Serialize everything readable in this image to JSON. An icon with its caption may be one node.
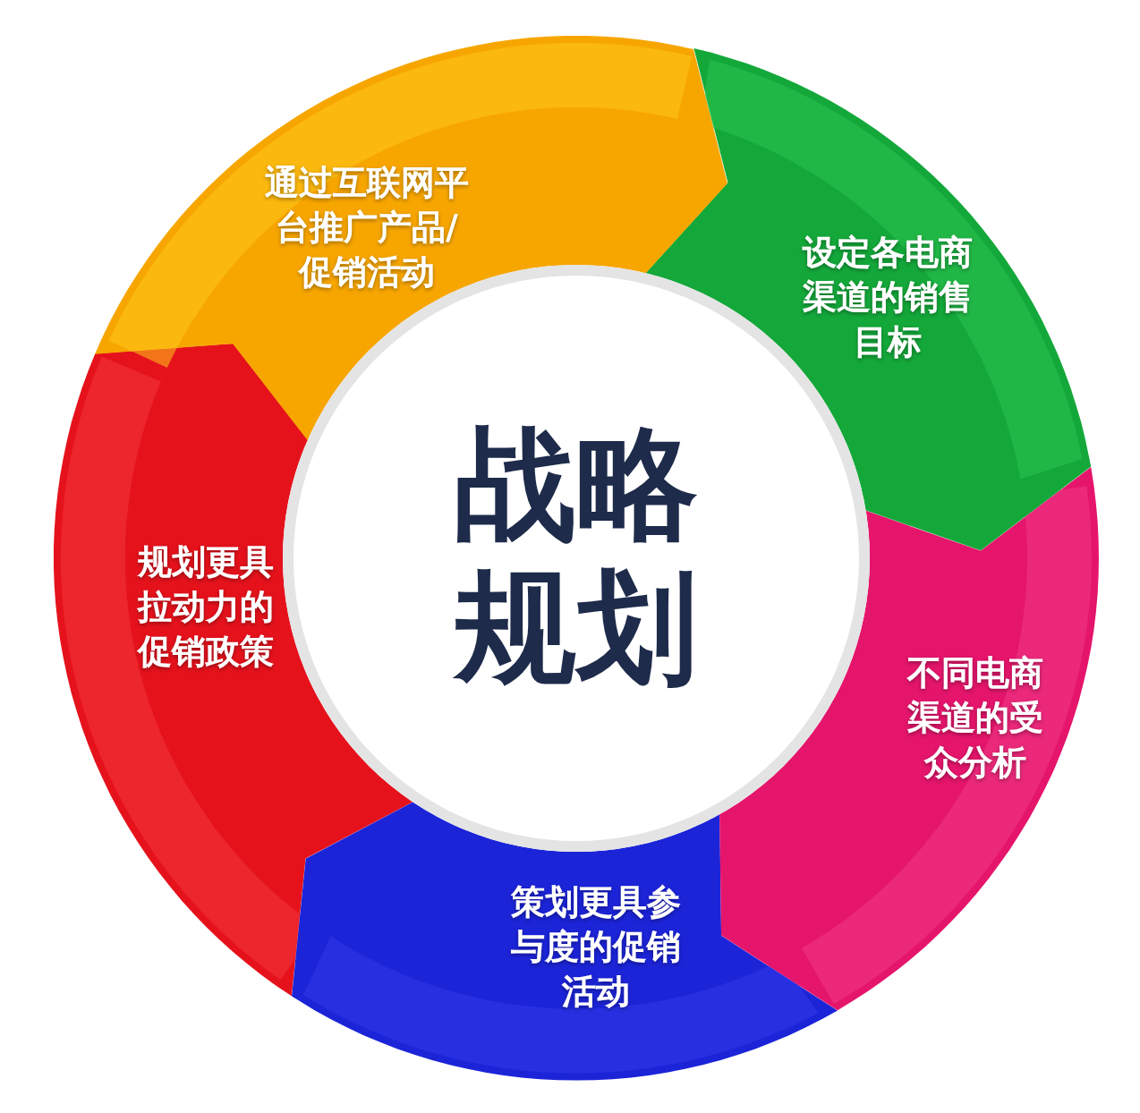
{
  "diagram": {
    "nodes": [
      {
        "text": [
          "战略规划"
        ]
      },
      {
        "text": [
          "通过互联网平台推广产品/促销活动"
        ]
      },
      {
        "text": [
          "设定各电商渠道的销售目标"
        ]
      },
      {
        "text": [
          "不同电商渠道的受众分析"
        ]
      },
      {
        "text": [
          "策划更具参与度的促销活动"
        ]
      },
      {
        "text": [
          "规划更具拉动力的促销政策"
        ]
      }
    ]
  }
}
